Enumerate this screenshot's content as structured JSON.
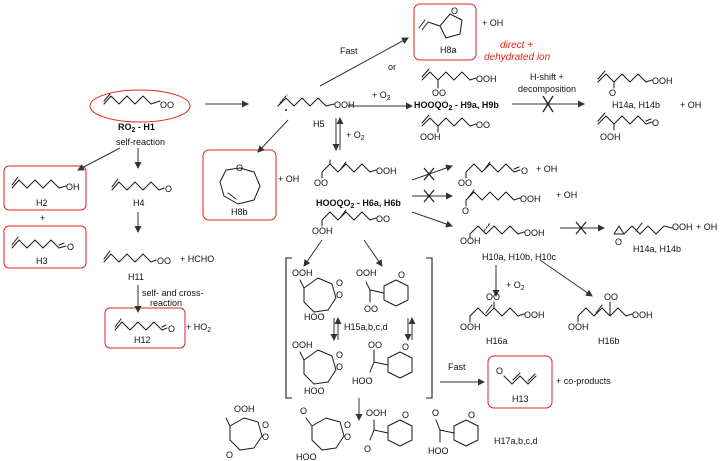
{
  "labels": {
    "ro2": "RO",
    "ro2_sub": "2",
    "ro2_rest": " - H1",
    "self_reaction": "self-reaction",
    "h2": "H2",
    "plus1": "+",
    "h3": "H3",
    "h4": "H4",
    "h11": "H11",
    "hcho": "+ HCHO",
    "self_cross_1": "self- and cross-",
    "self_cross_2": "reaction",
    "h12": "H12",
    "ho2": "+ HO",
    "ho2_sub": "2",
    "h5": "H5",
    "h8b": "H8b",
    "plus_oh_h8b": "+ OH",
    "fast": "Fast",
    "or": "or",
    "h8a": "H8a",
    "plus_oh_h8a": "+ OH",
    "direct_1": "direct +",
    "direct_2": "dehydrated ion",
    "plus_o2_a": "+ O",
    "o2_sub": "2",
    "hooqo_a": "HOOQO",
    "hooqo_a_rest": " - H9a, H9b",
    "hshift_1": "H-shift +",
    "hshift_2": "decomposition",
    "h14ab_1": "H14a, H14b",
    "plus_oh_h14_1": "+ OH",
    "plus_o2_b": "+ O",
    "hooqo_b": "HOOQO",
    "hooqo_b_rest": " - H6a, H6b",
    "plus_oh_r1": "+ OH",
    "plus_oh_r2": "+ OH",
    "h10": "H10a, H10b, H10c",
    "h14ab_2": "H14a, H14b",
    "plus_oh_h14_2": "+ OH",
    "plus_o2_c": "+ O",
    "h16a": "H16a",
    "h16b": "H16b",
    "h15": "H15a,b,c,d",
    "fast2": "Fast",
    "h13": "H13",
    "co_products": "+ co-products",
    "h17": "H17a,b,c,d",
    "ooh": "OOH",
    "oo": "OO",
    "oh": "OH",
    "o": "O",
    "hoo": "HOO",
    "hooh": "HOO"
  },
  "colors": {
    "highlight": "#e2231a",
    "ink": "#1a1a1a",
    "background": "#ffffff"
  }
}
